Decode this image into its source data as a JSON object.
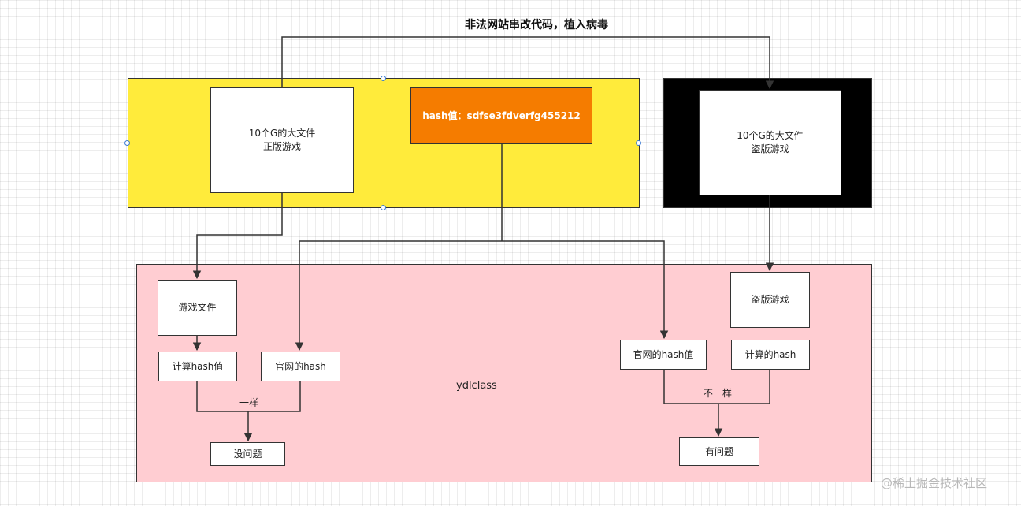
{
  "diagram": {
    "title": "非法网站串改代码，植入病毒",
    "original_group": {
      "file_box": [
        "10个G的大文件",
        "正版游戏"
      ],
      "hash_box": "hash值：sdfse3fdverfg455212"
    },
    "pirate_group": {
      "file_box": [
        "10个G的大文件",
        "盗版游戏"
      ]
    },
    "ydlclass_area": {
      "label": "ydlclass",
      "game_file": "游戏文件",
      "compute_hash": "计算hash值",
      "official_hash": "官网的hash",
      "same_label": "一样",
      "no_problem": "没问题",
      "pirate_game": "盗版游戏",
      "official_hash_value": "官网的hash值",
      "computed_hash": "计算的hash",
      "different_label": "不一样",
      "has_problem": "有问题"
    },
    "colors": {
      "yellow_fill": "#ffeb3b",
      "orange_fill": "#f57c00",
      "black_fill": "#000000",
      "pink_fill": "#ffcdd2",
      "edge": "#333333"
    }
  },
  "watermark": "@稀土掘金技术社区"
}
